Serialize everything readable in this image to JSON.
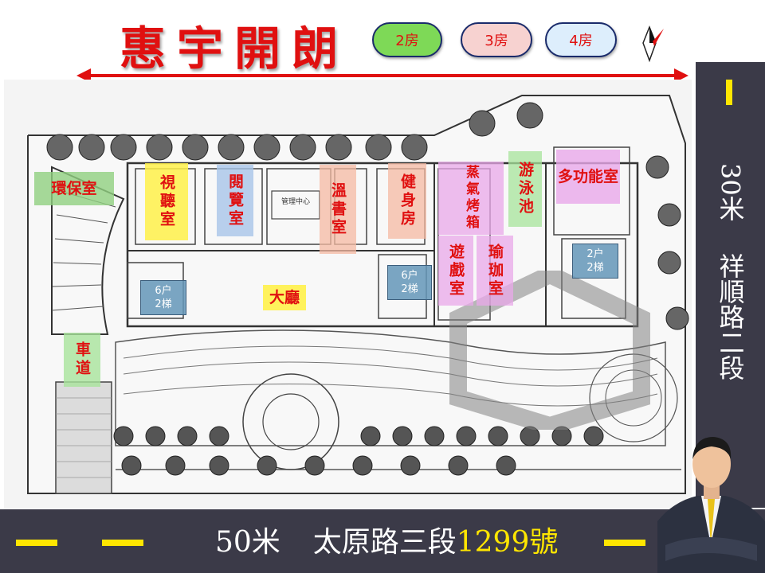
{
  "title": "惠宇開朗",
  "room_types": [
    {
      "label": "2房",
      "color": "#7ed957"
    },
    {
      "label": "3房",
      "color": "#f7d2d0"
    },
    {
      "label": "4房",
      "color": "#ddeefc"
    }
  ],
  "streets": {
    "right_width": "30米",
    "right_name": "祥順路二段",
    "bottom_width": "50米",
    "bottom_name": "太原路三段",
    "bottom_number": "1299號"
  },
  "facilities": [
    {
      "label": "環保室",
      "color": "#90d080"
    },
    {
      "label": "視聽室",
      "color": "#fff14a"
    },
    {
      "label": "閱覽室",
      "color": "#a8c4e8"
    },
    {
      "label": "溫書室",
      "color": "#f5b9a3"
    },
    {
      "label": "健身房",
      "color": "#f5b9a3"
    },
    {
      "label": "蒸氣烤箱",
      "color": "#e9a8ea"
    },
    {
      "label": "遊戲室",
      "color": "#e9a8ea"
    },
    {
      "label": "瑜珈室",
      "color": "#e9a8ea"
    },
    {
      "label": "游泳池",
      "color": "#a7e49b"
    },
    {
      "label": "多功能室",
      "color": "#e9a8ea"
    },
    {
      "label": "大廳",
      "color": "#fff14a"
    },
    {
      "label": "車道",
      "color": "#a7e49b"
    }
  ],
  "units": [
    {
      "households": "6户",
      "elevators": "2梯"
    },
    {
      "households": "6户",
      "elevators": "2梯"
    },
    {
      "households": "2户",
      "elevators": "2梯"
    }
  ],
  "plan_labels": {
    "lobby_center": "管理中心"
  },
  "colors": {
    "accent_red": "#e01010",
    "panel_dark": "#3b3a48",
    "highlight_yellow": "#ffe600"
  }
}
